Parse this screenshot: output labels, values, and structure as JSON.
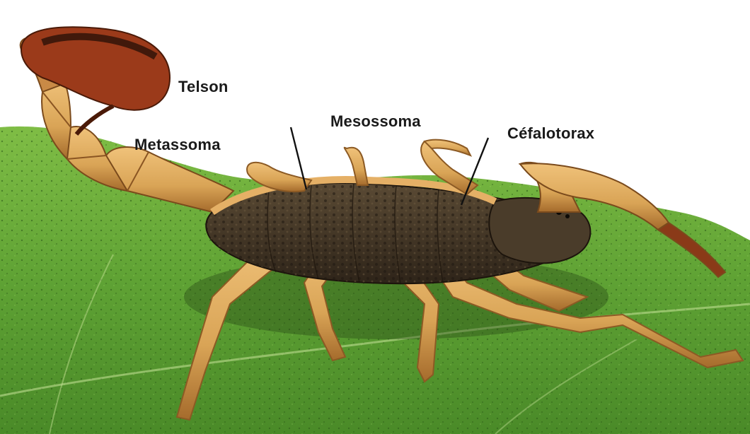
{
  "image": {
    "subject": "scorpion",
    "labels": {
      "telson": "Telson",
      "metassoma": "Metassoma",
      "mesossoma": "Mesossoma",
      "cefalotorax": "Céfalotorax"
    },
    "colors": {
      "background": "#ffffff",
      "leaf": "#6fae3c",
      "leaf_dark": "#3d7a22",
      "body_tan": "#d9a456",
      "body_shadow": "#9a6428",
      "carapace": "#3f3324",
      "stinger": "#8a2a10",
      "label_text": "#1a1a1a"
    }
  }
}
